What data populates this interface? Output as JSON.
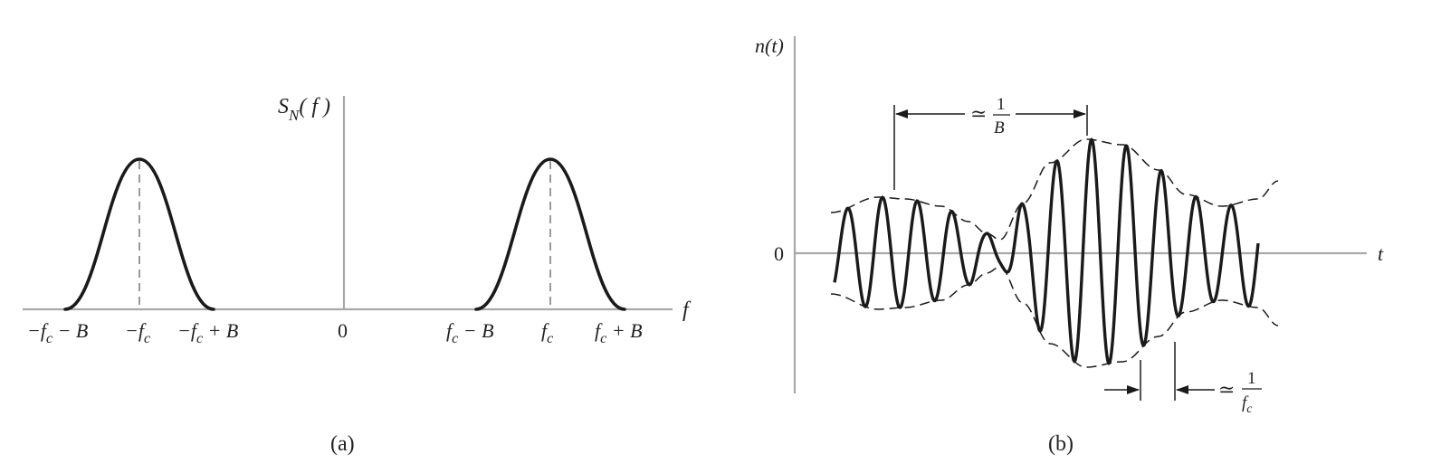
{
  "panel_a": {
    "caption": "(a)",
    "y_label_main": "S",
    "y_label_sub": "N",
    "y_label_tail": "( f )",
    "x_label": "f",
    "ticks": {
      "neg_fc_minus_B": {
        "pre": "−f",
        "sub": "c",
        "post": " − B"
      },
      "neg_fc": {
        "pre": "−f",
        "sub": "c",
        "post": ""
      },
      "neg_fc_plus_B": {
        "pre": "−f",
        "sub": "c",
        "post": " + B"
      },
      "zero": "0",
      "fc_minus_B": {
        "pre": "f",
        "sub": "c",
        "post": " − B"
      },
      "fc": {
        "pre": "f",
        "sub": "c",
        "post": ""
      },
      "fc_plus_B": {
        "pre": "f",
        "sub": "c",
        "post": " + B"
      }
    }
  },
  "panel_b": {
    "caption": "(b)",
    "y_label": "n(t)",
    "x_label": "t",
    "zero_label": "0",
    "approx_symbol": "≃",
    "top_annotation": {
      "numerator": "1",
      "denominator": "B"
    },
    "bottom_annotation": {
      "numerator": "1",
      "denominator_pre": "f",
      "denominator_sub": "c"
    }
  }
}
